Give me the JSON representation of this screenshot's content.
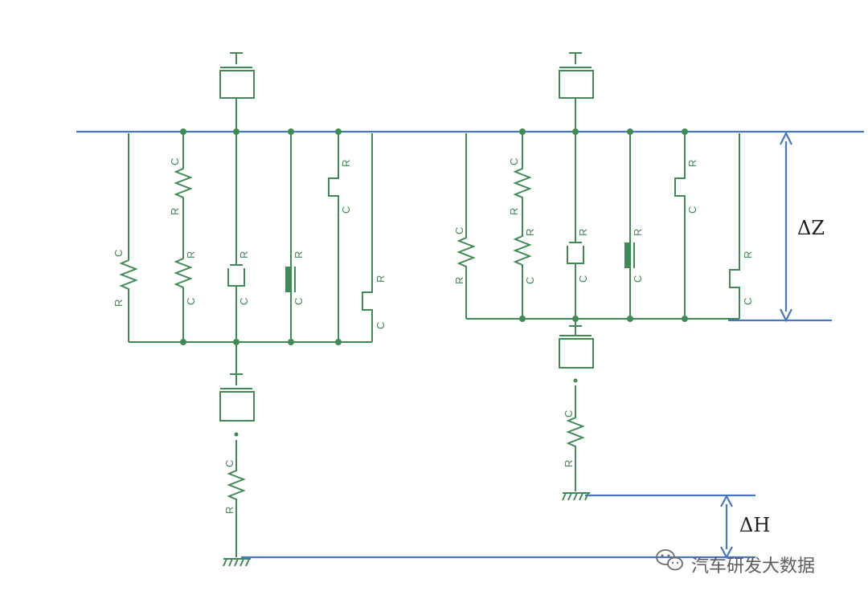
{
  "labels": {
    "r": "R",
    "c": "C",
    "delta_z": "ΔZ",
    "delta_h": "ΔH",
    "watermark": "汽车研发大数据"
  },
  "colors": {
    "circuit": "#3f8a55",
    "dimension": "#4a78c0"
  },
  "icons": {
    "watermark_logo": "wechat-icon"
  }
}
